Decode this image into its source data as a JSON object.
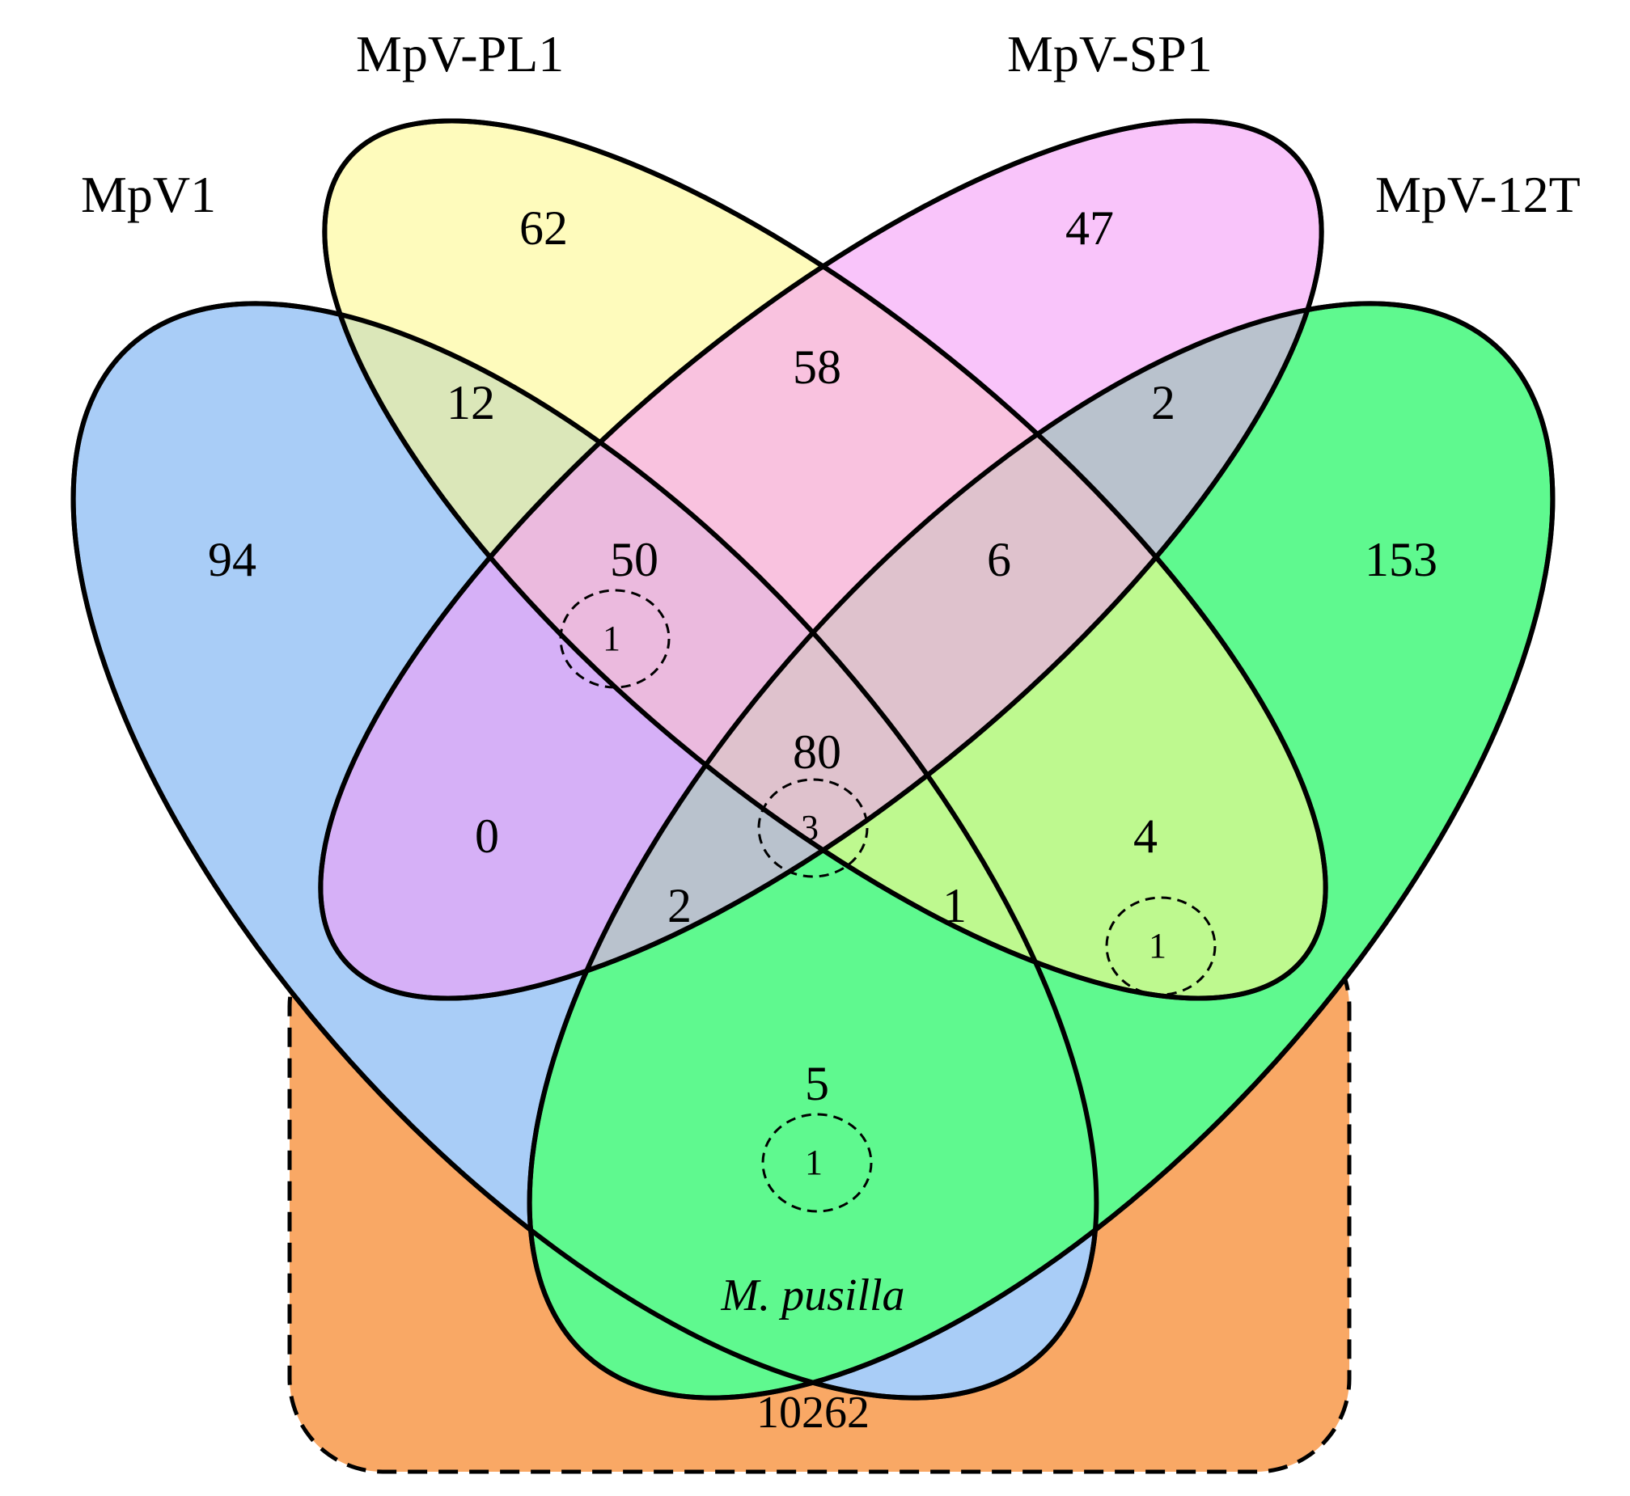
{
  "sets": [
    {
      "id": "mpv1",
      "label": "MpV1",
      "color": "#a9cdf7"
    },
    {
      "id": "mpv-pl1",
      "label": "MpV-PL1",
      "color": "#fdf88f"
    },
    {
      "id": "mpv-sp1",
      "label": "MpV-SP1",
      "color": "#f59cf7"
    },
    {
      "id": "mpv-12t",
      "label": "MpV-12T",
      "color": "#5ff98f"
    }
  ],
  "host": {
    "label": "M. pusilla",
    "count": "10262",
    "color": "#f9a865"
  },
  "regions": {
    "mpv1_only": "94",
    "pl1_only": "62",
    "sp1_only": "47",
    "t12_only": "153",
    "mpv1_pl1": "12",
    "pl1_sp1": "58",
    "sp1_t12": "2",
    "mpv1_pl1_sp1": "50",
    "pl1_sp1_t12": "6",
    "all_four": "80",
    "mpv1_sp1": "0",
    "pl1_t12": "4",
    "mpv1_sp1_t12": "2",
    "mpv1_pl1_t12": "1",
    "mpv1_t12": "5"
  },
  "shared_with_host": {
    "mpv1_pl1_sp1": "1",
    "all_four": "3",
    "pl1_t12": "1",
    "mpv1_t12": "1"
  }
}
